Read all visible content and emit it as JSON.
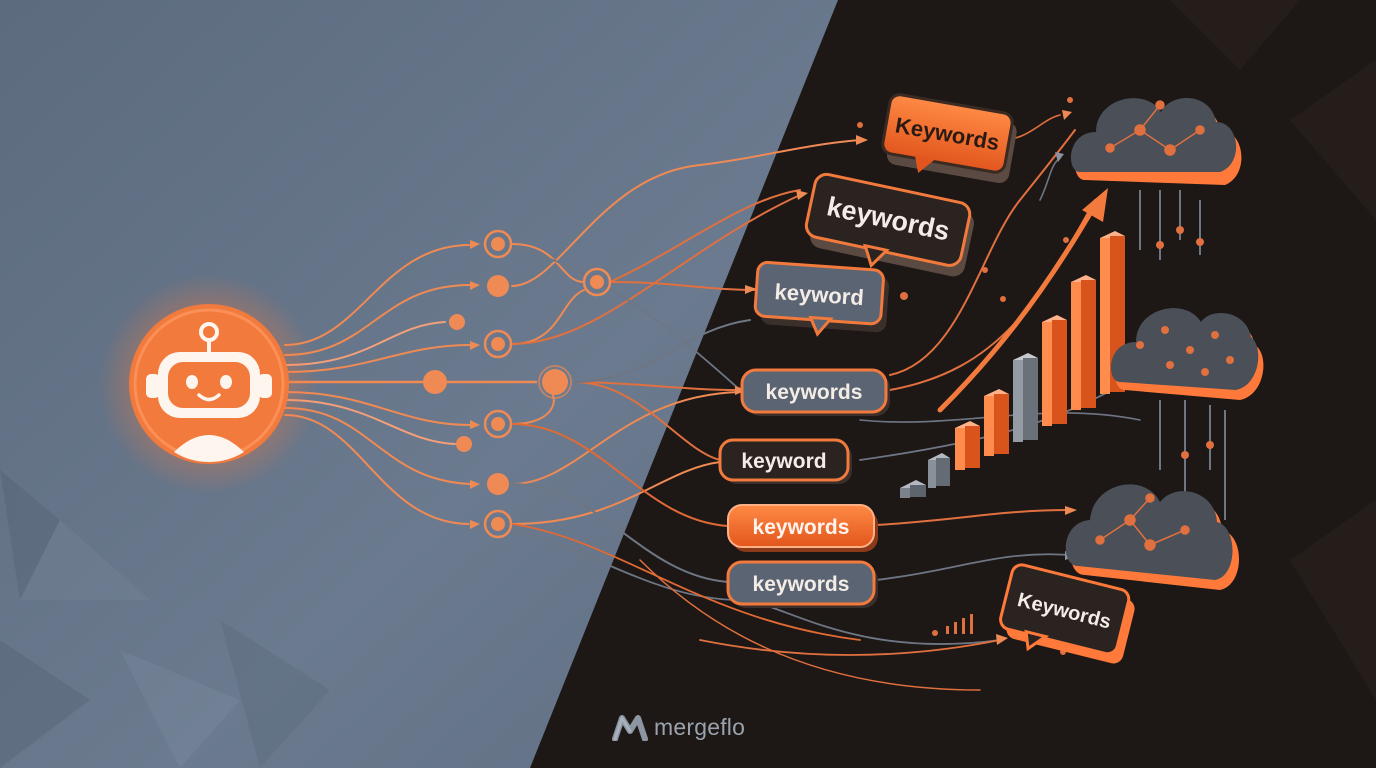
{
  "labels": [
    "Keywords",
    "keywords",
    "keyword",
    "keywords",
    "keyword",
    "keywords",
    "keywords",
    "Keywords"
  ],
  "brand": {
    "name": "mergeflo"
  },
  "colors": {
    "accent": "#f26b2e",
    "panel_left": "#6a7a8f",
    "panel_right": "#1c1614",
    "bubble_dark": "#2a2320",
    "bubble_grey": "#5b6472"
  }
}
